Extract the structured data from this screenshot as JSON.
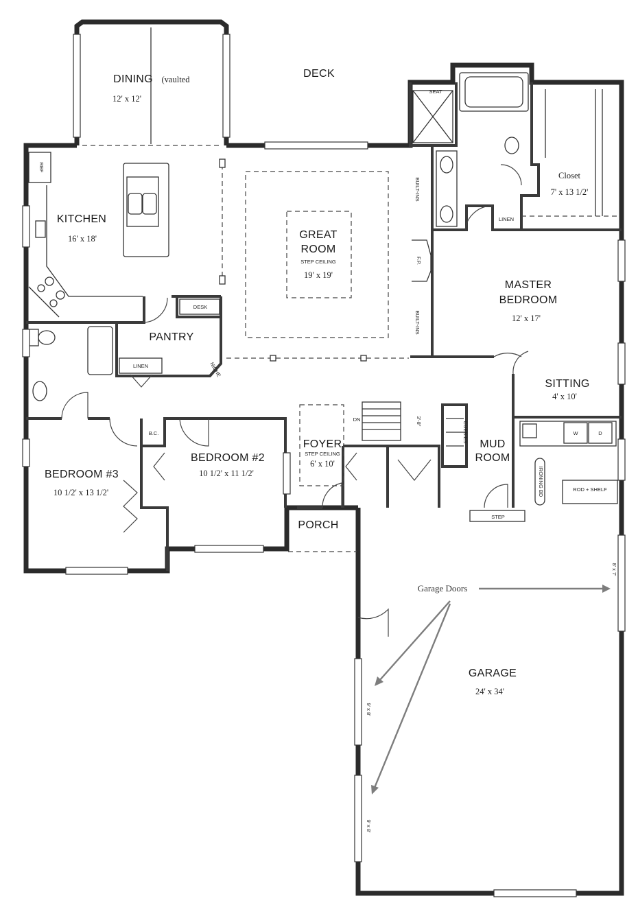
{
  "rooms": {
    "dining": {
      "name": "DINING",
      "note": "(vaulted",
      "size": "12' x 12'"
    },
    "deck": {
      "name": "DECK"
    },
    "kitchen": {
      "name": "KITCHEN",
      "size": "16' x 18'"
    },
    "great_room": {
      "name_line1": "GREAT",
      "name_line2": "ROOM",
      "ceiling": "STEP CEILING",
      "size": "19' x 19'"
    },
    "closet": {
      "name": "Closet",
      "size": "7' x 13 1/2'"
    },
    "master_bedroom": {
      "name_line1": "MASTER",
      "name_line2": "BEDROOM",
      "size": "12' x 17'"
    },
    "sitting": {
      "name": "SITTING",
      "size": "4' x 10'"
    },
    "pantry": {
      "name": "PANTRY"
    },
    "bedroom3": {
      "name": "BEDROOM #3",
      "size": "10 1/2' x 13 1/2'"
    },
    "bedroom2": {
      "name": "BEDROOM #2",
      "size": "10 1/2' x 11 1/2'"
    },
    "foyer": {
      "name": "FOYER",
      "ceiling": "STEP CEILING",
      "size": "6' x 10'"
    },
    "mud_room": {
      "name_line1": "MUD",
      "name_line2": "ROOM"
    },
    "porch": {
      "name": "PORCH"
    },
    "garage": {
      "name": "GARAGE",
      "size": "24' x 34'"
    }
  },
  "small_labels": {
    "ref": "REF",
    "desk": "DESK",
    "linen_hall": "LINEN",
    "linen_master": "LINEN",
    "seat": "SEAT",
    "built_ins_upper": "BUILT-INS",
    "built_ins_lower": "BUILT-INS",
    "fireplace": "F.P.",
    "niche": "NICHE",
    "cubbies": "CUBBIES",
    "step": "STEP",
    "rod_shelf": "ROD + SHELF",
    "ironing_bd": "IRONING BD",
    "dn": "DN",
    "stair_dim": "3'-8\"",
    "bc": "B.C.",
    "washer": "W",
    "dryer": "D",
    "garage_door_side": "8' x 7'",
    "garage_door_1": "9' x 8'",
    "garage_door_2": "9' x 8'"
  },
  "annotations": {
    "garage_doors": "Garage Doors"
  },
  "colors": {
    "wall": "#2b2b2b",
    "arrow": "#7d7d7d",
    "background": "#ffffff"
  }
}
